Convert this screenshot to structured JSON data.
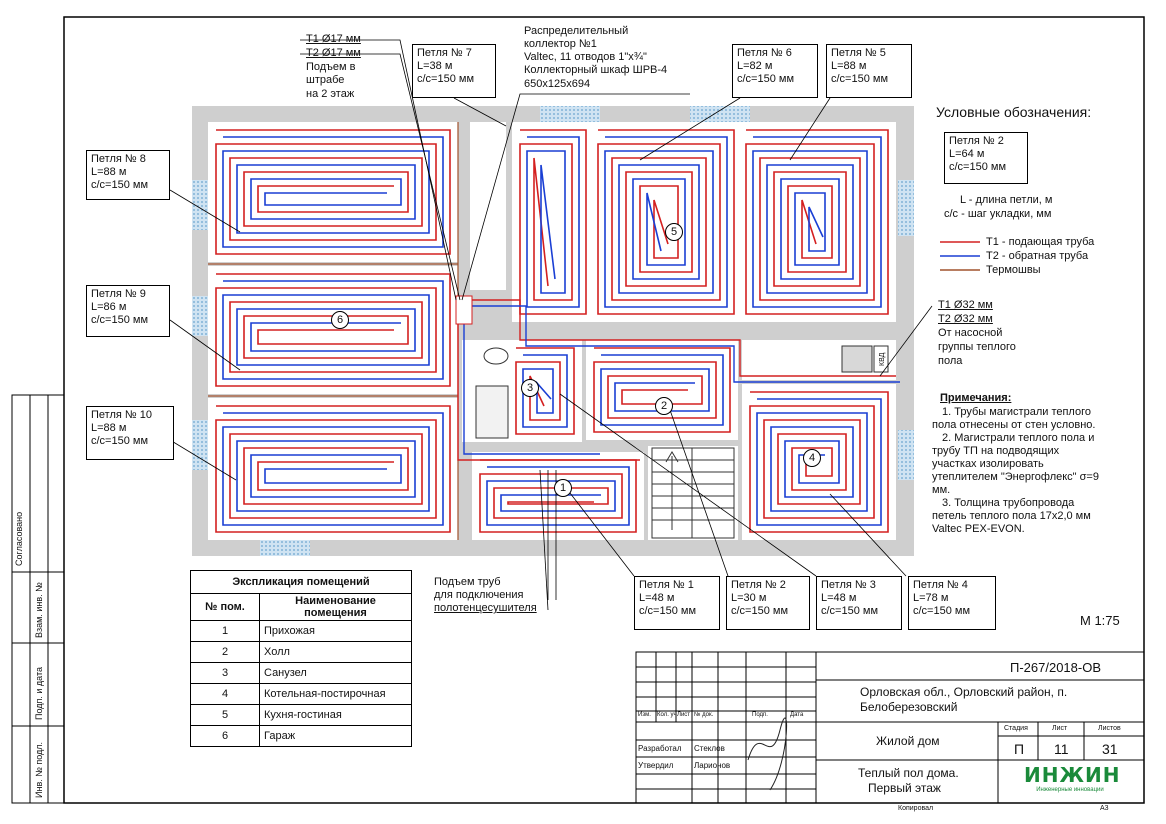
{
  "drawing": {
    "collector": {
      "l1": "Распределительный",
      "l2": "коллектор №1",
      "l3": "Valtec, 11 отводов 1\"x¾\"",
      "l4": "Коллекторный шкаф ШРВ-4",
      "l5": "650x125x694"
    },
    "riser": {
      "t1": "Т1 Ø17 мм",
      "t2": "Т2 Ø17 мм",
      "n1": "Подъем в",
      "n2": "штрабе",
      "n3": "на 2 этаж"
    },
    "loops": [
      {
        "id": "7",
        "title": "Петля № 7",
        "length": "L=38 м",
        "step": "с/с=150 мм"
      },
      {
        "id": "6",
        "title": "Петля № 6",
        "length": "L=82 м",
        "step": "с/с=150 мм"
      },
      {
        "id": "5",
        "title": "Петля № 5",
        "length": "L=88 м",
        "step": "с/с=150 мм"
      },
      {
        "id": "8",
        "title": "Петля № 8",
        "length": "L=88 м",
        "step": "с/с=150 мм"
      },
      {
        "id": "9",
        "title": "Петля № 9",
        "length": "L=86 м",
        "step": "с/с=150 мм"
      },
      {
        "id": "10",
        "title": "Петля № 10",
        "length": "L=88 м",
        "step": "с/с=150 мм"
      },
      {
        "id": "1",
        "title": "Петля № 1",
        "length": "L=48 м",
        "step": "с/с=150 мм"
      },
      {
        "id": "2",
        "title": "Петля № 2",
        "length": "L=30 м",
        "step": "с/с=150 мм"
      },
      {
        "id": "3",
        "title": "Петля № 3",
        "length": "L=48 м",
        "step": "с/с=150 мм"
      },
      {
        "id": "4",
        "title": "Петля № 4",
        "length": "L=78 м",
        "step": "с/с=150 мм"
      }
    ],
    "room_numbers": [
      "1",
      "2",
      "3",
      "4",
      "5",
      "6"
    ],
    "legend": {
      "title": "Условные обозначения:",
      "sample_title": "Петля № 2",
      "sample_length": "L=64 м",
      "sample_step": "с/с=150 мм",
      "l_desc": "L - длина петли, м",
      "cc_desc": "с/с - шаг укладки, мм",
      "t1": "Т1 - подающая труба",
      "t2": "Т2 - обратная труба",
      "thermo": "Термошвы"
    },
    "pump": {
      "t1": "Т1 Ø32 мм",
      "t2": "Т2 Ø32 мм",
      "n1": "От насосной",
      "n2": "группы теплого",
      "n3": "пола"
    },
    "notes": {
      "title": "Примечания:",
      "lines": [
        "1.    Трубы магистрали теплого",
        "пола отнесены от стен условно.",
        "2.    Магистрали теплого пола и",
        "трубу ТП на подводящих",
        "участках изолировать",
        "утеплителем \"Энергофлекс\" σ=9",
        "мм.",
        "3.    Толщина трубопровода",
        "петель теплого пола 17х2,0 мм",
        "Valtec PEX-EVON."
      ]
    },
    "towel": {
      "l1": "Подъем труб",
      "l2": "для подключения",
      "l3": "полотенцесушителя"
    },
    "scale": "М 1:75",
    "tag": "КВД"
  },
  "explication": {
    "title": "Экспликация помещений",
    "col_num": "№ пом.",
    "col_name1": "Наименование",
    "col_name2": "помещения",
    "rows": [
      {
        "num": "1",
        "name": "Прихожая"
      },
      {
        "num": "2",
        "name": "Холл"
      },
      {
        "num": "3",
        "name": "Санузел"
      },
      {
        "num": "4",
        "name": "Котельная-постирочная"
      },
      {
        "num": "5",
        "name": "Кухня-гостиная"
      },
      {
        "num": "6",
        "name": "Гараж"
      }
    ]
  },
  "stamp": {
    "code": "П-267/2018-ОВ",
    "address1": "Орловская обл., Орловский район, п.",
    "address2": "Белоберезовский",
    "object": "Жилой дом",
    "sheet_title1": "Теплый пол дома.",
    "sheet_title2": "Первый этаж",
    "stage_h": "Стадия",
    "sheet_h": "Лист",
    "sheets_h": "Листов",
    "stage": "П",
    "sheet": "11",
    "sheets": "31",
    "cols": [
      "Изм.",
      "Кол. уч",
      "Лист",
      "№ док.",
      "Подп.",
      "Дата"
    ],
    "dev_role": "Разработал",
    "dev_name": "Стеклов",
    "app_role": "Утвердил",
    "app_name": "Ларионов",
    "logo": "ИНЖИН",
    "logo_sub": "Инженерные инновации",
    "copied": "Копировал",
    "format": "А3"
  },
  "side": {
    "agreed": "Согласовано",
    "inv_replace": "Взам. инв. №",
    "sign_date": "Подп. и дата",
    "inv_orig": "Инв. № подл."
  },
  "colors": {
    "supply": "#d42020",
    "return": "#1a3fd4",
    "thermo": "#a0522d",
    "wall": "#cfcfcf",
    "window": "#9ec9e8"
  }
}
